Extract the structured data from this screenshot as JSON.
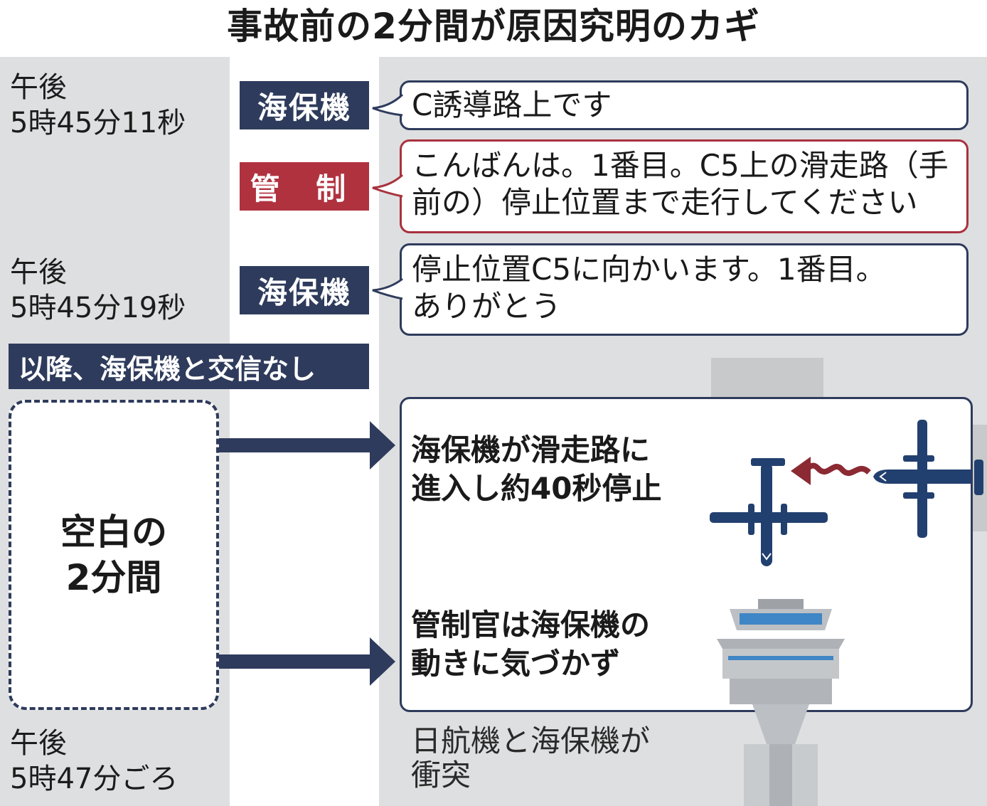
{
  "title": "事故前の2分間が原因究明のカギ",
  "timeline": {
    "t1": {
      "line1": "午後",
      "line2": "5時45分11秒"
    },
    "t2": {
      "line1": "午後",
      "line2": "5時45分19秒"
    },
    "t3": {
      "line1": "午後",
      "line2": "5時47分ごろ"
    }
  },
  "exchanges": [
    {
      "speaker": "海保機",
      "message": "C誘導路上です"
    },
    {
      "speaker": "管 制",
      "line1": "こんばんは。1番目。C5上の滑走路（手",
      "line2": "前の）停止位置まで走行してください"
    },
    {
      "speaker": "海保機",
      "line1": "停止位置C5に向かいます。1番目。",
      "line2": "ありがとう"
    }
  ],
  "no_contact": "以降、海保機と交信なし",
  "blank": {
    "line1": "空白の",
    "line2": "2分間"
  },
  "events": [
    {
      "line1": "海保機が滑走路に",
      "line2": "進入し約40秒停止"
    },
    {
      "line1": "管制官は海保機の",
      "line2": "動きに気づかず"
    }
  ],
  "collision": {
    "line1": "日航機と海保機が",
    "line2": "衝突"
  },
  "colors": {
    "navy": "#2e3b5c",
    "red": "#b1323f",
    "plane": "#22406f",
    "band": "#dedfe0"
  },
  "icons": [
    "arrow-right-icon",
    "airplane-icon",
    "control-tower-icon",
    "wavy-arrow-icon"
  ]
}
